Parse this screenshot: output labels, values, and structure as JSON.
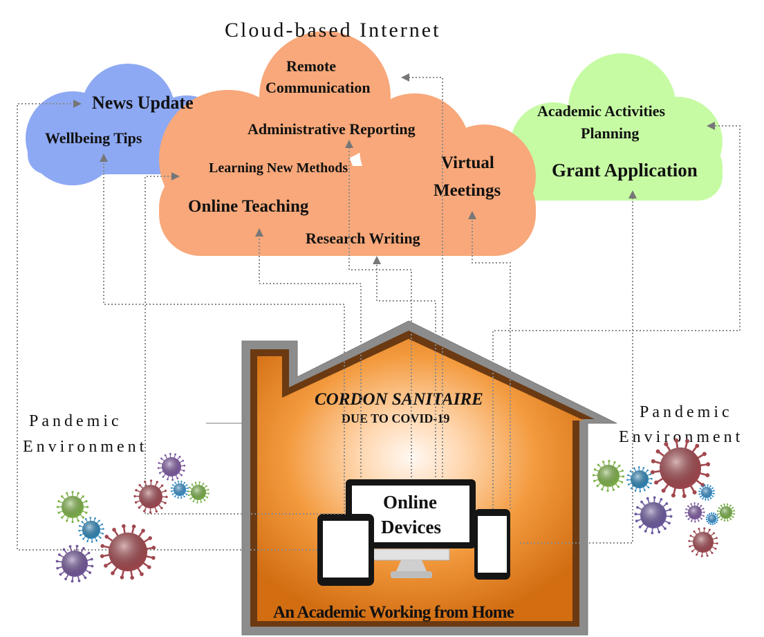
{
  "title": "Cloud-based Internet",
  "clouds": {
    "blue": {
      "color": "#8ea9f3",
      "labels": [
        "News Update",
        "Wellbeing Tips"
      ]
    },
    "orange": {
      "color": "#f8a87a",
      "labels": [
        "Remote",
        "Communication",
        "Administrative Reporting",
        "Learning New Methods",
        "Virtual",
        "Meetings",
        "Online Teaching",
        "Research Writing"
      ]
    },
    "green": {
      "color": "#c6fba4",
      "labels": [
        "Academic Activities",
        "Planning",
        "Grant Application"
      ]
    }
  },
  "environment_left": {
    "line1": "Pandemic",
    "line2": "Environment"
  },
  "environment_right": {
    "line1": "Pandemic",
    "line2": "Environment"
  },
  "house": {
    "heading": "CORDON SANITAIRE",
    "subheading": "DUE TO COVID-19",
    "footer": "An Academic Working from Home",
    "colors": {
      "frame": "#8a8a8a",
      "wall": "#e07a1c",
      "glow": "#fff3ea"
    }
  },
  "devices": {
    "label_line1": "Online",
    "label_line2": "Devices"
  }
}
